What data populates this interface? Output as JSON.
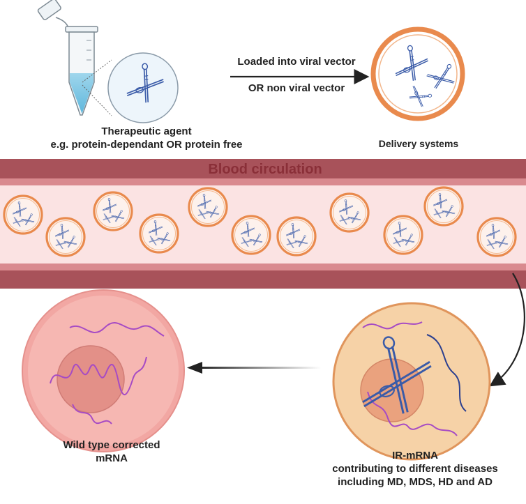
{
  "labels": {
    "therapeutic_agent_line1": "Therapeutic agent",
    "therapeutic_agent_line2": "e.g. protein-dependant OR protein free",
    "loaded_into": "Loaded into  viral vector",
    "or_non_viral": "OR non viral vector",
    "delivery_systems": "Delivery systems",
    "blood_circulation": "Blood circulation",
    "wild_type_line1": "Wild type corrected",
    "wild_type_line2": "mRNA",
    "ir_mrna_line1": "IR-mRNA",
    "ir_mrna_line2": "contributing to different diseases",
    "ir_mrna_line3": "including MD, MDS, HD and AD"
  },
  "colors": {
    "vessel_dark": "#a8525a",
    "vessel_mid": "#d98a8f",
    "vessel_light": "#fbe3e3",
    "vesicle_ring": "#e98a4d",
    "probe": "#3a5ba8",
    "mrna_purple": "#a64bc4",
    "cell_pink": "#f2a7a3",
    "cell_peach": "#f6d2a7"
  },
  "icons": [
    "tube-icon",
    "zoom-circle",
    "vesicle-icon",
    "arrow-right",
    "curved-arrow",
    "arrow-left"
  ]
}
